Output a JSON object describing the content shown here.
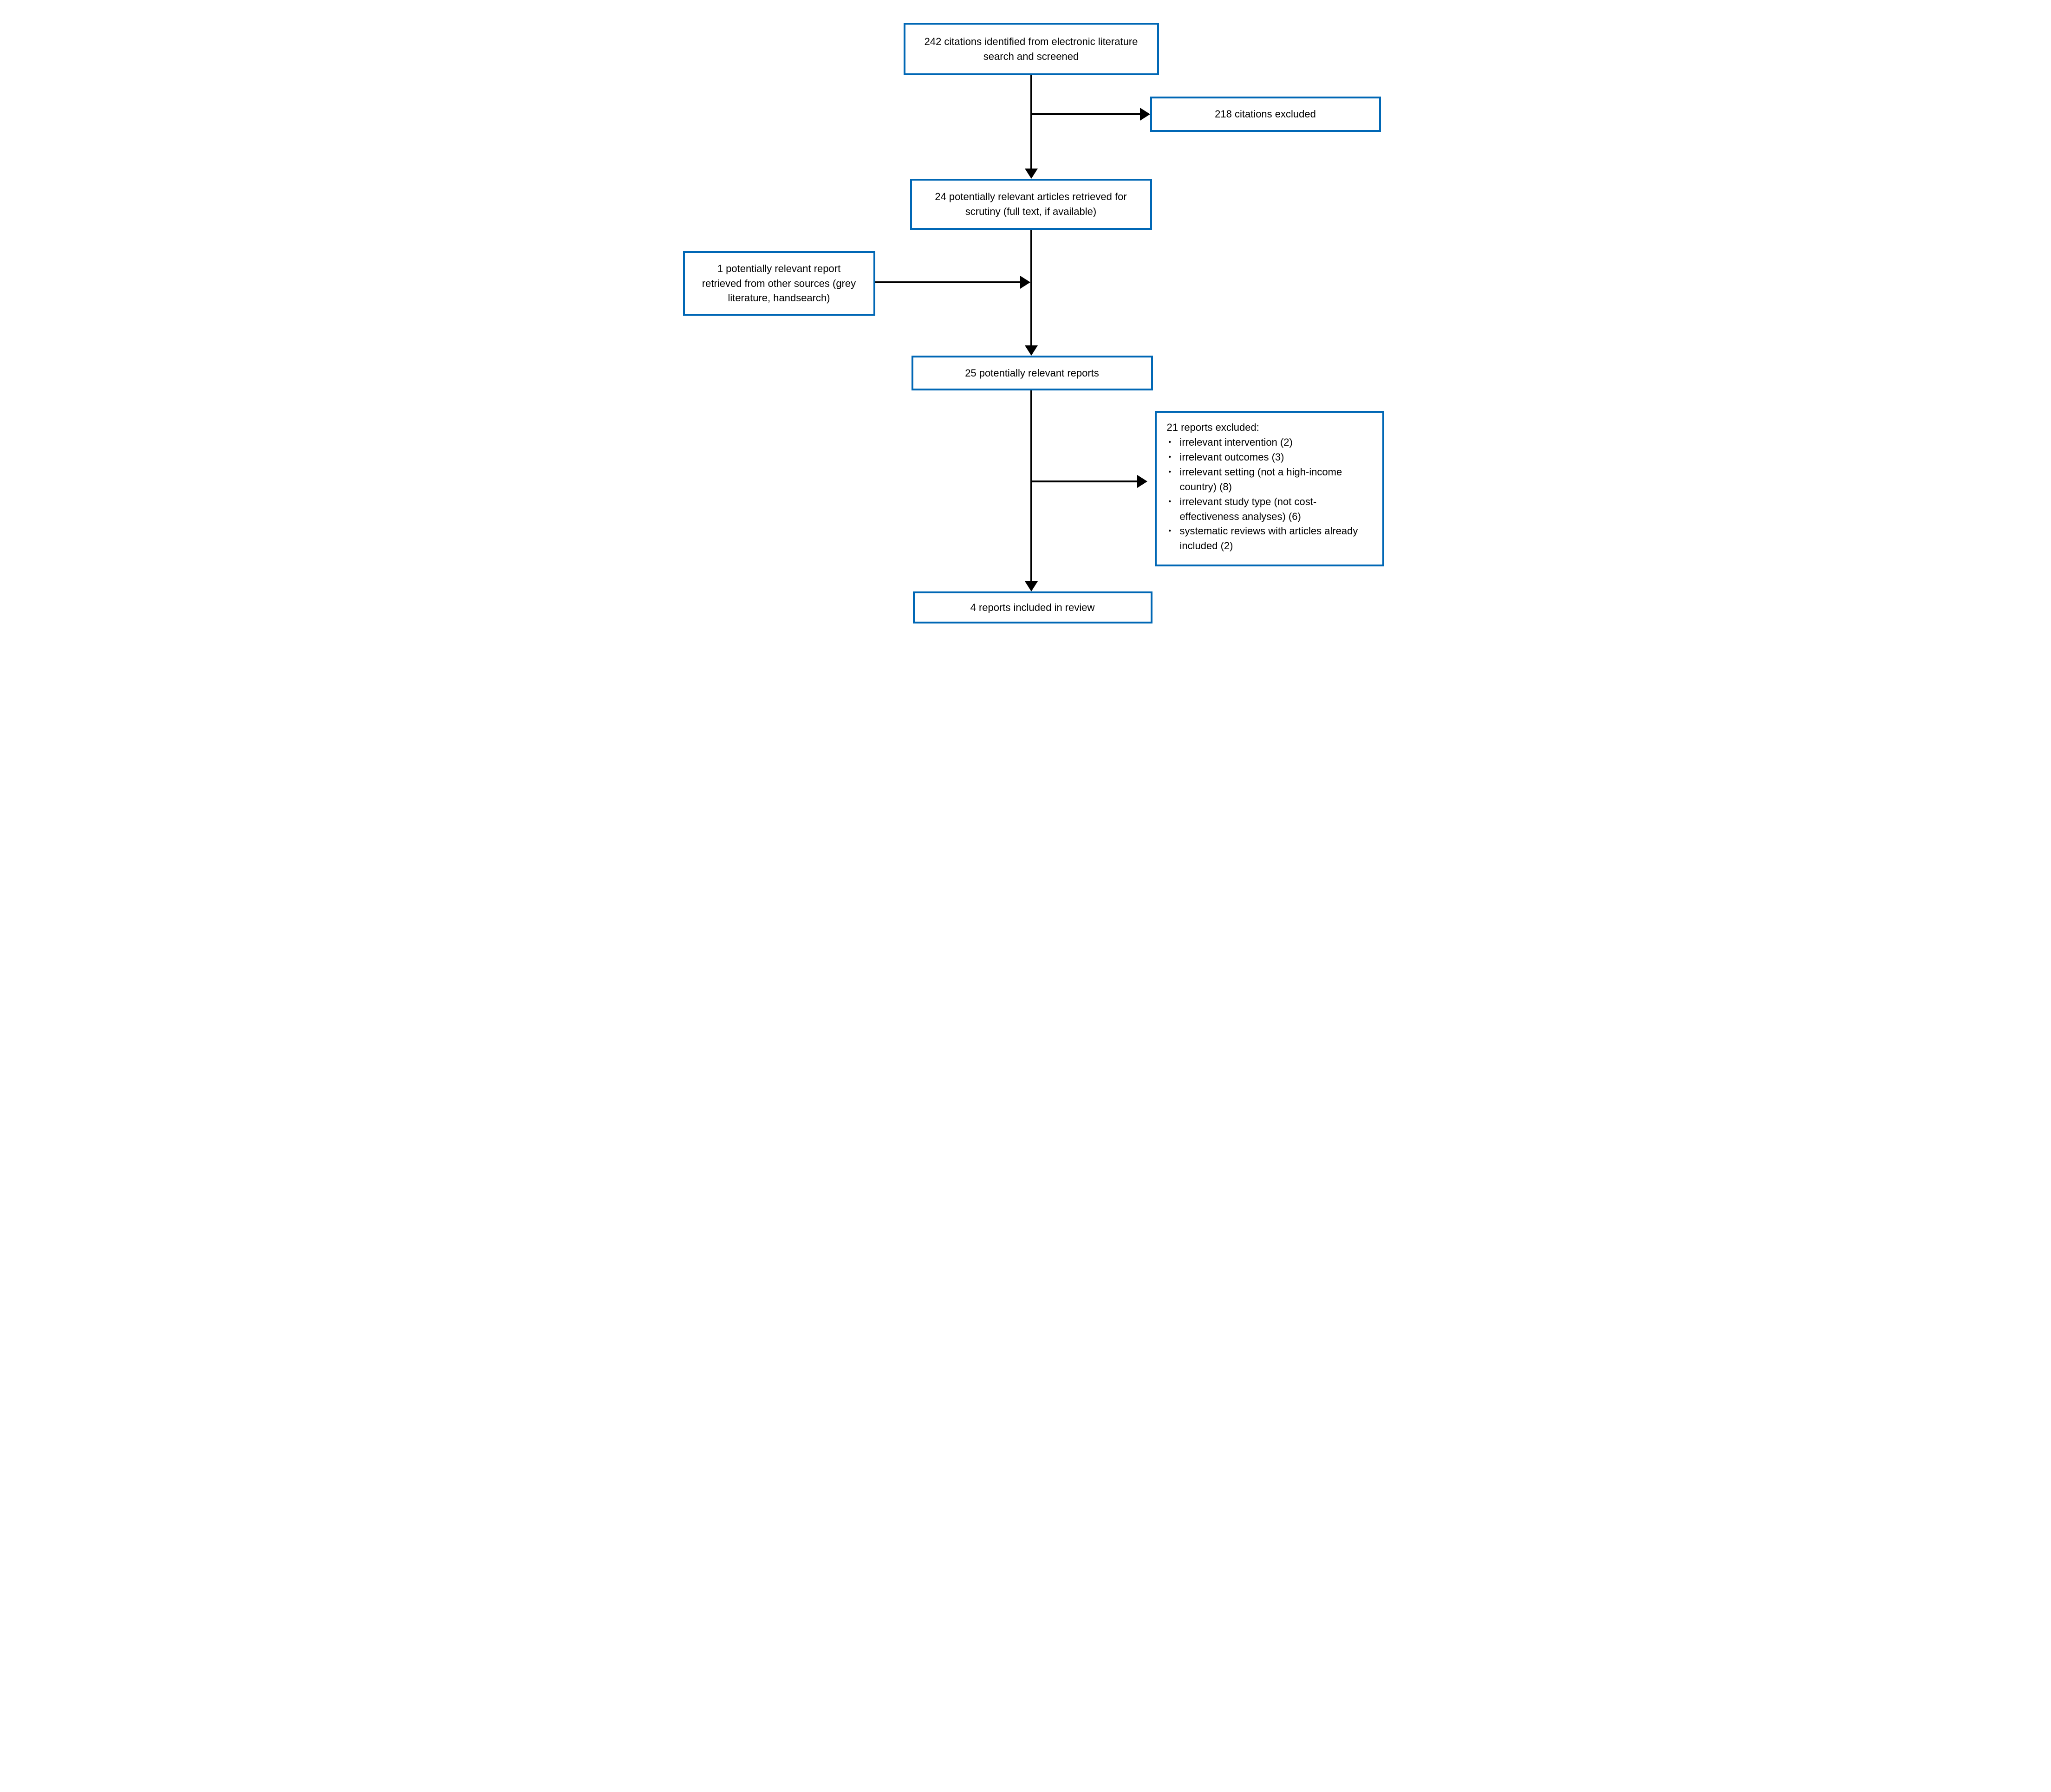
{
  "diagram": {
    "kind": "study-selection-flowchart",
    "boxes": {
      "identified": {
        "text": "242 citations identified from electronic literature search and screened"
      },
      "citations_excluded": {
        "text": "218 citations excluded"
      },
      "articles_retrieved": {
        "text": "24 potentially relevant articles retrieved for scrutiny (full text, if available)"
      },
      "other_sources": {
        "text": "1 potentially relevant report retrieved from other sources (grey literature, handsearch)"
      },
      "relevant_reports": {
        "text": "25 potentially relevant reports"
      },
      "reports_excluded": {
        "heading": "21 reports excluded:",
        "bullet": "•",
        "items": [
          "irrelevant intervention (2)",
          "irrelevant outcomes (3)",
          "irrelevant setting (not a high-income country) (8)",
          "irrelevant study type (not cost-effectiveness analyses) (6)",
          "systematic reviews with articles already included (2)"
        ]
      },
      "included": {
        "text": "4 reports included in review"
      }
    },
    "colors": {
      "box_border": "#0067b5",
      "connector": "#000000",
      "text": "#000000",
      "background": "#ffffff"
    }
  }
}
